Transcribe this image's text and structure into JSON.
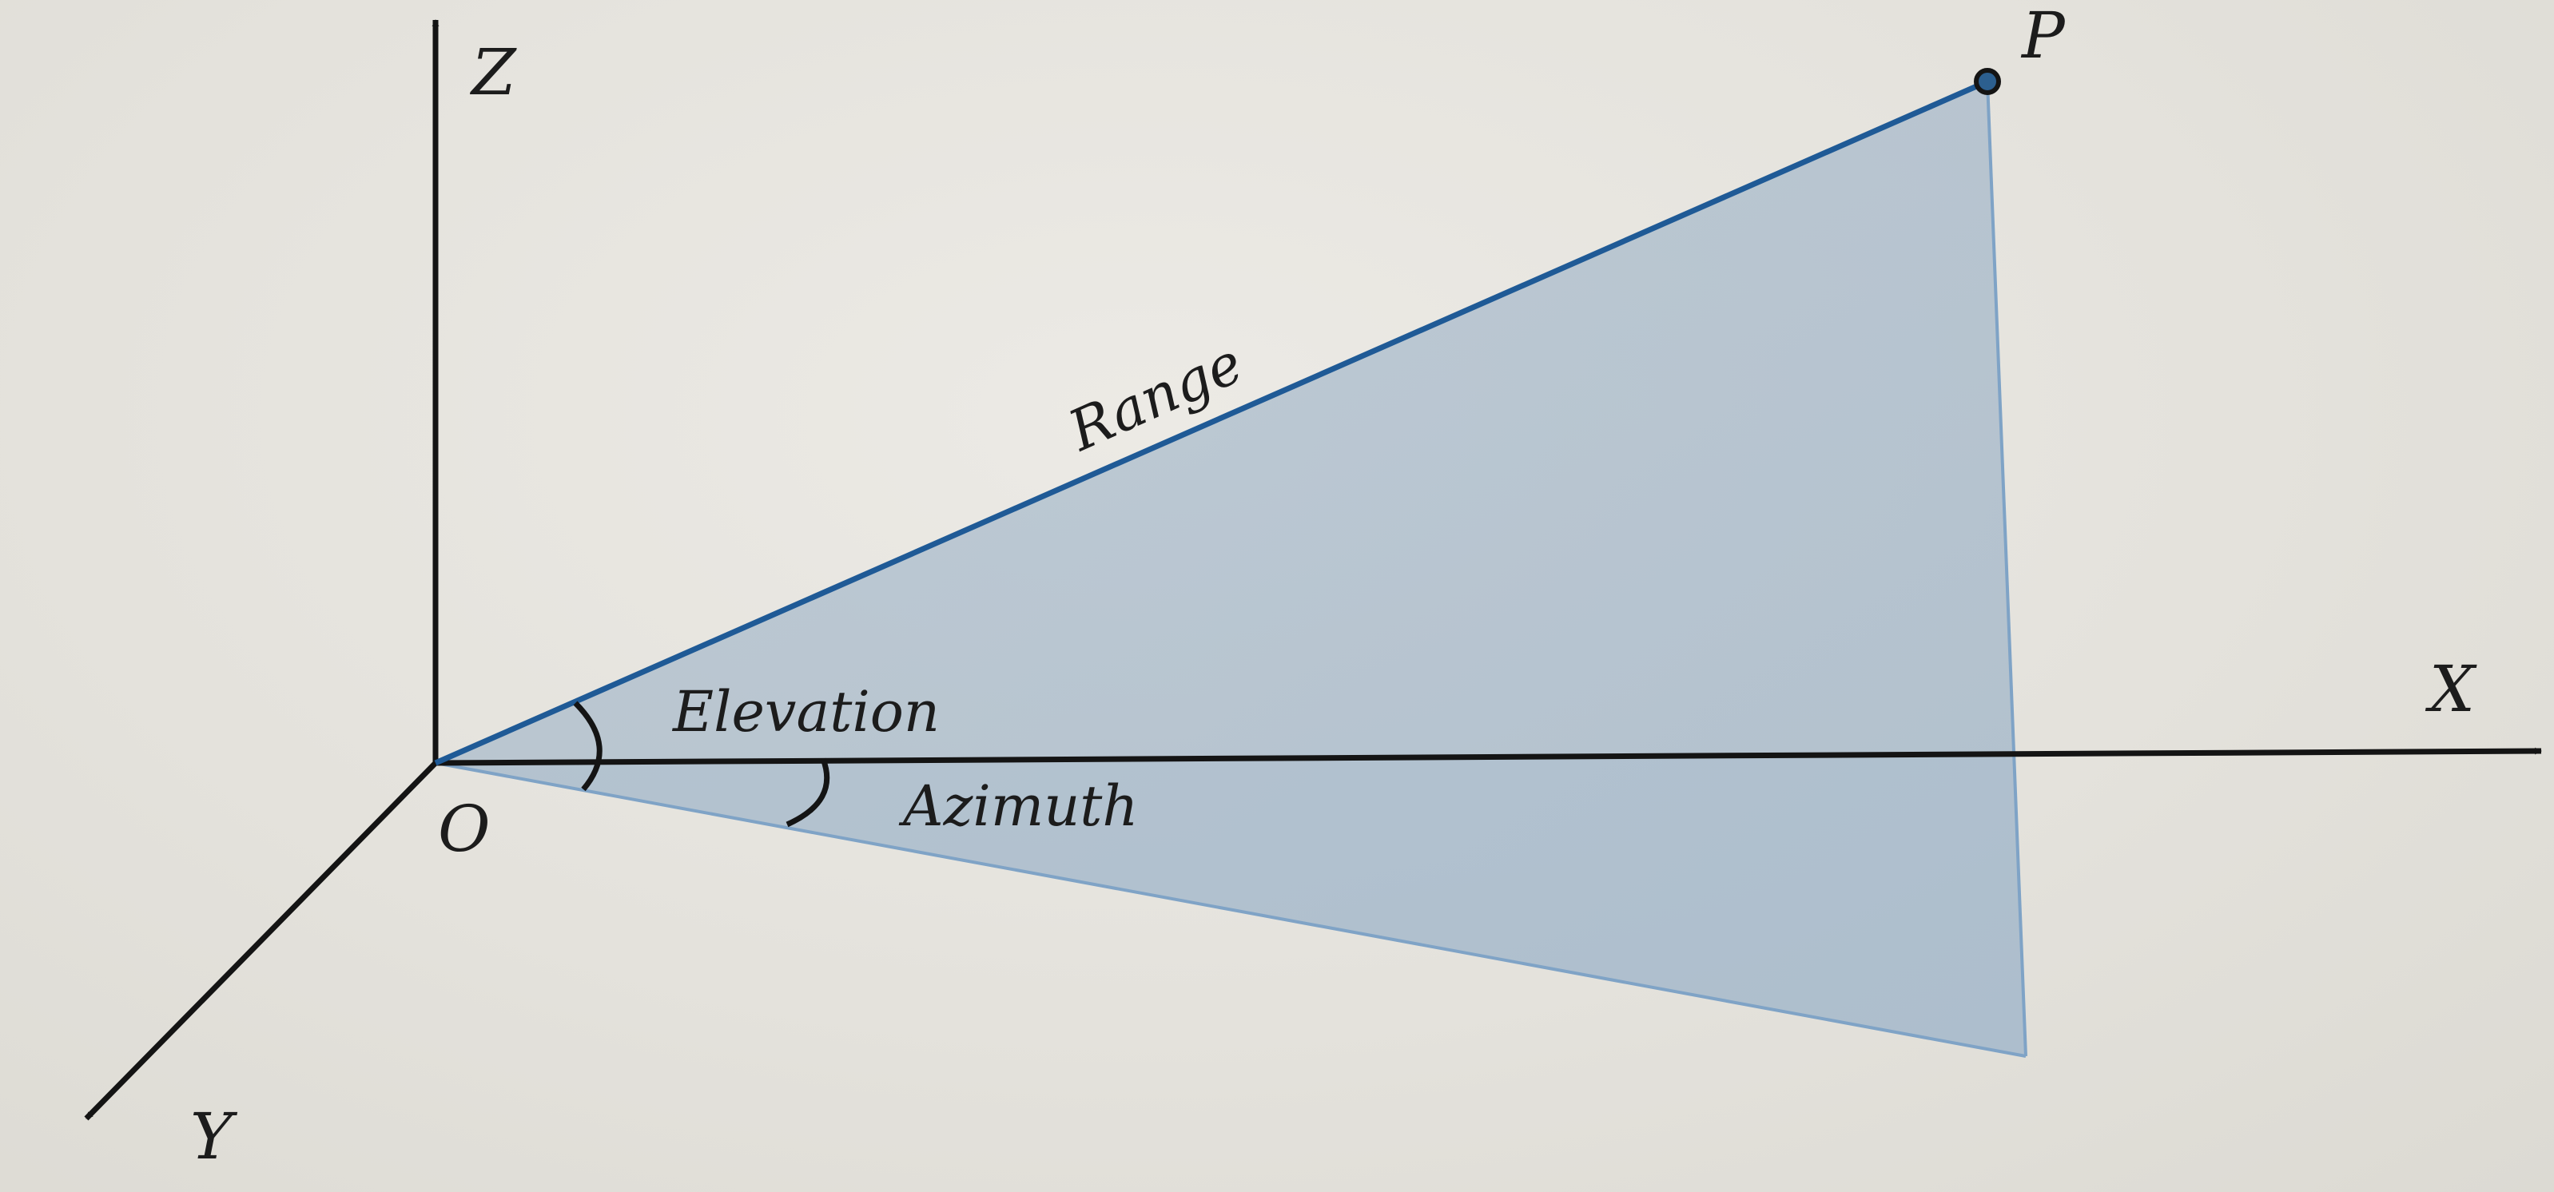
{
  "labels": {
    "z_axis": "Z",
    "x_axis": "X",
    "y_axis": "Y",
    "origin": "O",
    "point": "P",
    "range": "Range",
    "elevation": "Elevation",
    "azimuth": "Azimuth"
  },
  "colors": {
    "plane_fill": "#9fb4c8",
    "range_line": "#1f5a96",
    "edge_line": "#7fa3c6",
    "axis": "#141414"
  }
}
